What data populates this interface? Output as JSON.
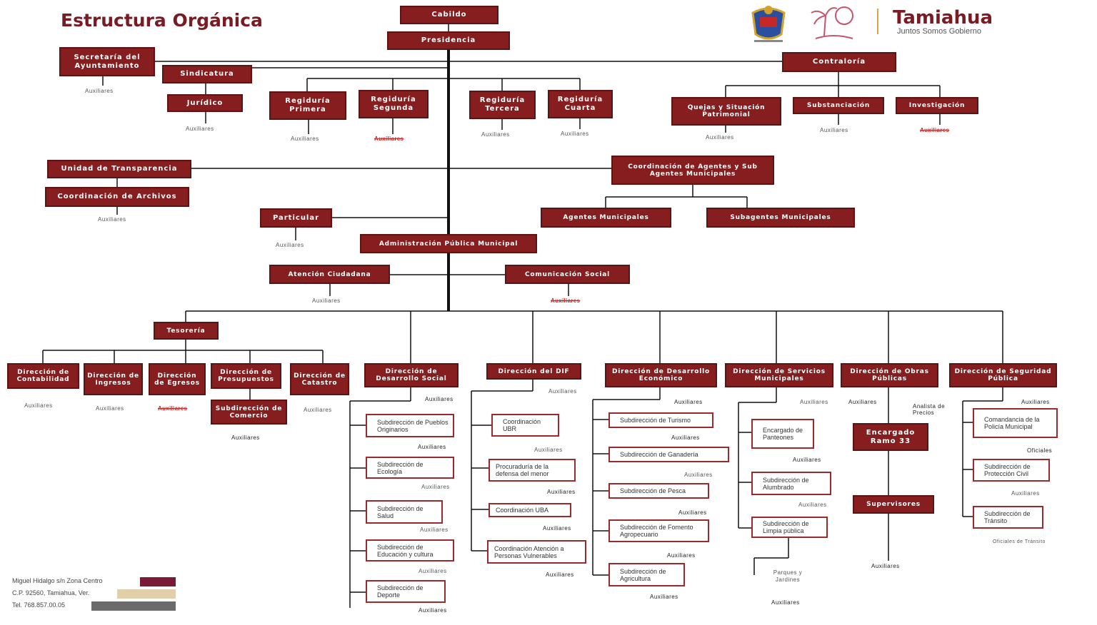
{
  "header": {
    "title": "Estructura Orgánica",
    "brand_name": "Tamiahua",
    "brand_slogan": "Juntos Somos Gobierno"
  },
  "boxes": {
    "cabildo": "Cabildo",
    "presidencia": "Presidencia",
    "secretaria": "Secretaría del Ayuntamiento",
    "sindicatura": "Sindicatura",
    "juridico": "Jurídico",
    "reg1": "Regiduría Primera",
    "reg2": "Regiduría Segunda",
    "reg3": "Regiduría Tercera",
    "reg4": "Regiduría Cuarta",
    "contraloria": "Contraloría",
    "quejas": "Quejas y Situación Patrimonial",
    "substanciacion": "Substanciación",
    "investigacion": "Investigación",
    "transparencia": "Unidad de Transparencia",
    "archivos": "Coordinación de Archivos",
    "coord_agentes": "Coordinación de Agentes y Sub Agentes Municipales",
    "agentes": "Agentes Municipales",
    "subagentes": "Subagentes Municipales",
    "particular": "Particular",
    "admin": "Administración Pública Municipal",
    "atencion": "Atención Ciudadana",
    "comunicacion": "Comunicación Social",
    "tesoreria": "Tesorería",
    "dir_contab": "Dirección de Contabilidad",
    "dir_ingresos": "Dirección de Ingresos",
    "dir_egresos": "Dirección de Egresos",
    "dir_presup": "Dirección de Presupuestos",
    "subdir_comercio": "Subdirección de Comercio",
    "dir_catastro": "Dirección de Catastro",
    "dir_social": "Dirección de Desarrollo Social",
    "dir_dif": "Dirección del DIF",
    "dir_economico": "Dirección de Desarrollo Económico",
    "dir_servicios": "Dirección de Servicios Municipales",
    "dir_obras": "Dirección de Obras Públicas",
    "dir_seguridad": "Dirección de Seguridad Pública",
    "ramo33": "Encargado Ramo 33",
    "supervisores": "Supervisores"
  },
  "sub_boxes": {
    "pueblos": "Subdirección de Pueblos Originarios",
    "ecologia": "Subdirección de Ecología",
    "salud": "Subdirección de Salud",
    "educacion": "Subdirección de Educación y cultura",
    "deporte": "Subdirección de Deporte",
    "coord_ubr": "Coordinación UBR",
    "procuraduria": "Procuraduría de la defensa del menor",
    "coord_uba": "Coordinación UBA",
    "coord_atencion": "Coordinación Atención a Personas Vulnerables",
    "turismo": "Subdirección de Turismo",
    "ganaderia": "Subdirección de Ganadería",
    "pesca": "Subdirección de Pesca",
    "fomento": "Subdirección de Fomento Agropecuario",
    "agricultura": "Subdirección de Agricultura",
    "panteones": "Encargado de Panteones",
    "alumbrado": "Subdirección de Alumbrado",
    "limpia": "Subdirección de Limpia pública",
    "comandancia": "Comandancia de la Policía Municipal",
    "proteccion": "Subdirección de Protección Civil",
    "transito": "Subdirección de Tránsito"
  },
  "labels": {
    "auxiliares": "Auxiliares",
    "analista": "Analista de Precios",
    "parques": "Parques y Jardines",
    "oficiales": "Oficiales",
    "oficiales_transito": "Oficiales de Tránsito",
    "struck": "Auxiliares"
  },
  "footer": {
    "address": "Miguel Hidalgo s/n Zona Centro",
    "cp": "C.P. 92560, Tamiahua, Ver.",
    "tel": "Tel. 768.857.00.05"
  },
  "colors": {
    "box_fill": "#861d1f",
    "title": "#7a1a22",
    "swatch_1": "#7a1a35",
    "swatch_2": "#e0cfa8",
    "swatch_3": "#6b6b6b"
  }
}
